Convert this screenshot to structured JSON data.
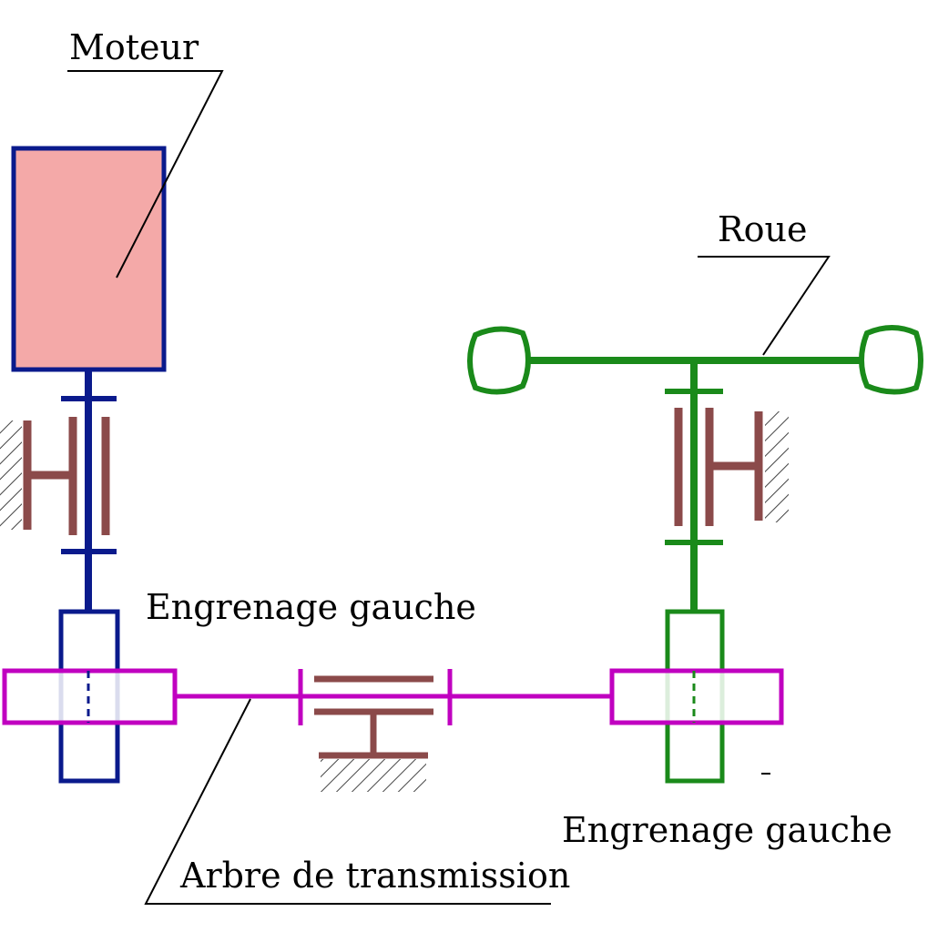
{
  "labels": {
    "motor": "Moteur",
    "wheel": "Roue",
    "gear_left": "Engrenage gauche",
    "gear_right": "Engrenage gauche",
    "shaft": "Arbre de transmission"
  },
  "colors": {
    "motor_body": "#f4a9a8",
    "motor_shaft": "#0a1a8c",
    "wheel_shaft": "#1a8a1a",
    "transmission": "#c000c0",
    "support": "#8b4a4a",
    "leader_line": "#000000"
  }
}
